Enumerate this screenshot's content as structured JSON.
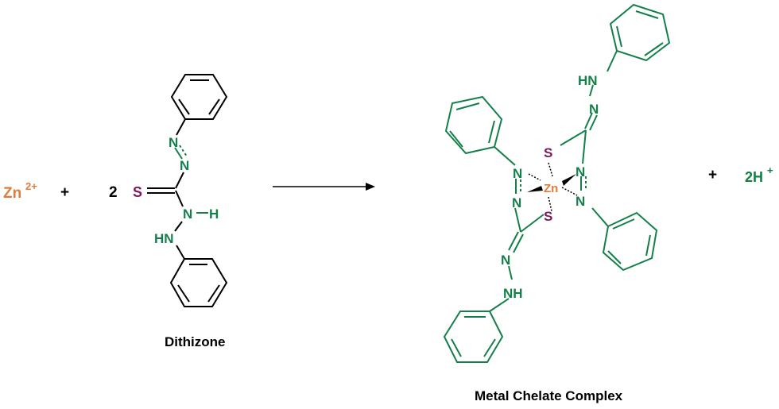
{
  "colors": {
    "zinc": "#e07b39",
    "nitrogen": "#13804a",
    "sulfur": "#7a1a5a",
    "bond": "#000000",
    "ligand_bond": "#13804a"
  },
  "reactants": {
    "metal": {
      "symbol": "Zn",
      "charge": "2+"
    },
    "plus": "+",
    "coefficient": "2"
  },
  "dithizone": {
    "name": "Dithizone",
    "atoms": {
      "n1": "N",
      "n2": "N",
      "s": "S",
      "n3": "N",
      "h": "H",
      "hn": "HN"
    }
  },
  "complex": {
    "name": "Metal Chelate Complex",
    "metal": "Zn",
    "atoms": {
      "hn_top": "HN",
      "n_top": "N",
      "s_top": "S",
      "n_left_top": "N",
      "n_right_top": "N",
      "n_left_bottom": "N",
      "n_right_bottom": "N",
      "s_bottom": "S",
      "n_bottom": "N",
      "nh_bottom": "NH"
    }
  },
  "products": {
    "plus": "+",
    "proton": {
      "coefficient_symbol": "2H",
      "charge": "+"
    }
  }
}
